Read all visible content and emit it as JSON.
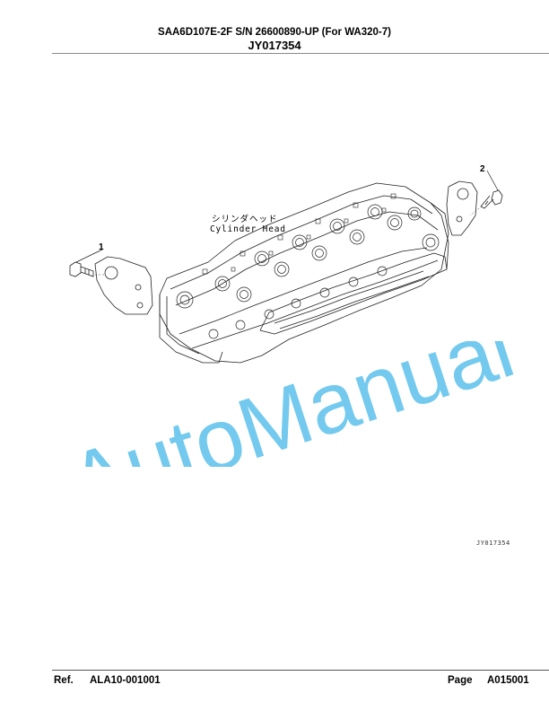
{
  "header": {
    "model_line": "SAA6D107E-2F S/N 26600890-UP (For WA320-7)",
    "figure_code": "JY017354"
  },
  "drawing": {
    "part_label_jp": "シリンダヘッド",
    "part_label_en": "Cylinder Head",
    "callouts": [
      "1",
      "2"
    ],
    "drawing_ref": "JY017354"
  },
  "watermark": {
    "text": "AutoManual",
    "color": "#5bc0eb"
  },
  "footer": {
    "ref_label": "Ref.",
    "ref_value": "ALA10-001001",
    "page_label": "Page",
    "page_value": "A015001"
  }
}
